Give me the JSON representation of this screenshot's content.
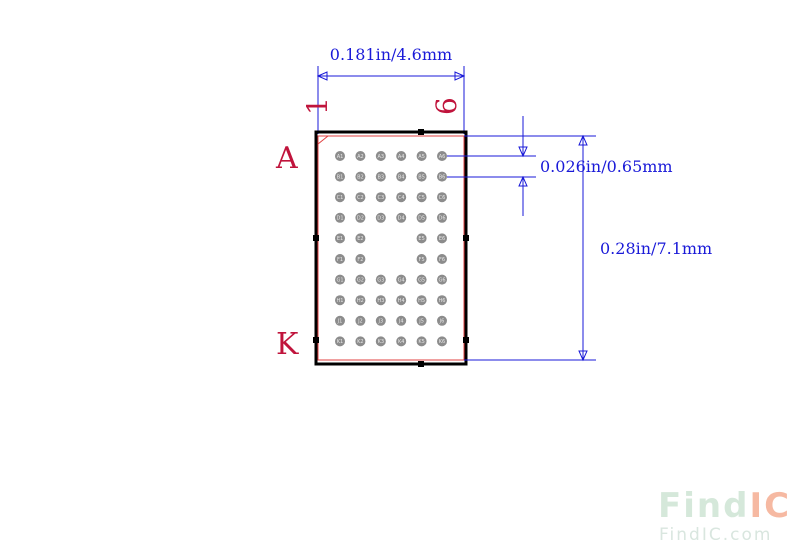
{
  "dimensions": {
    "width_label": "0.181in/4.6mm",
    "pitch_label": "0.026in/0.65mm",
    "height_label": "0.28in/7.1mm"
  },
  "markers": {
    "col_first": "1",
    "col_last": "6",
    "row_first": "A",
    "row_last": "K"
  },
  "ball_grid": {
    "rows": [
      "A",
      "B",
      "C",
      "D",
      "E",
      "F",
      "G",
      "H",
      "J",
      "K"
    ],
    "columns": [
      "1",
      "2",
      "3",
      "4",
      "5",
      "6"
    ],
    "depopulated": [
      "E3",
      "E4",
      "F3",
      "F4"
    ]
  },
  "watermark": {
    "brand": "FindIC",
    "url": "FindIC.com"
  },
  "colors": {
    "dimension": "#1a1ad8",
    "marker": "#c0143c",
    "outline": "#000000",
    "ball": "#8c8c8c",
    "logo_light": "#d5e8da",
    "logo_accent": "#f6b9a2"
  }
}
